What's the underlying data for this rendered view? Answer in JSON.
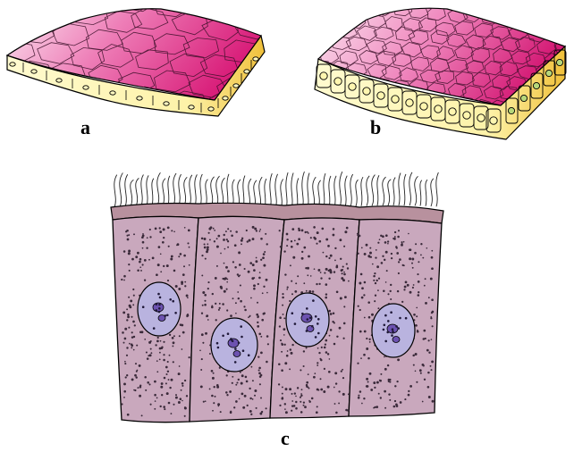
{
  "panels": [
    {
      "label": "a"
    },
    {
      "label": "b"
    },
    {
      "label": "c"
    }
  ],
  "colors": {
    "surface_light": "#f6cde3",
    "surface_dark": "#e0207f",
    "cell_side": "#fdf7b6",
    "cell_side_shade": "#f2c83d",
    "cell_outline": "#000000",
    "columnar_cell": "#c9a8bd",
    "border_band": "#b8919e",
    "nucleus": "#b9b3df",
    "nucleolus": "#6c52b0",
    "granule": "#3a2a3a"
  }
}
